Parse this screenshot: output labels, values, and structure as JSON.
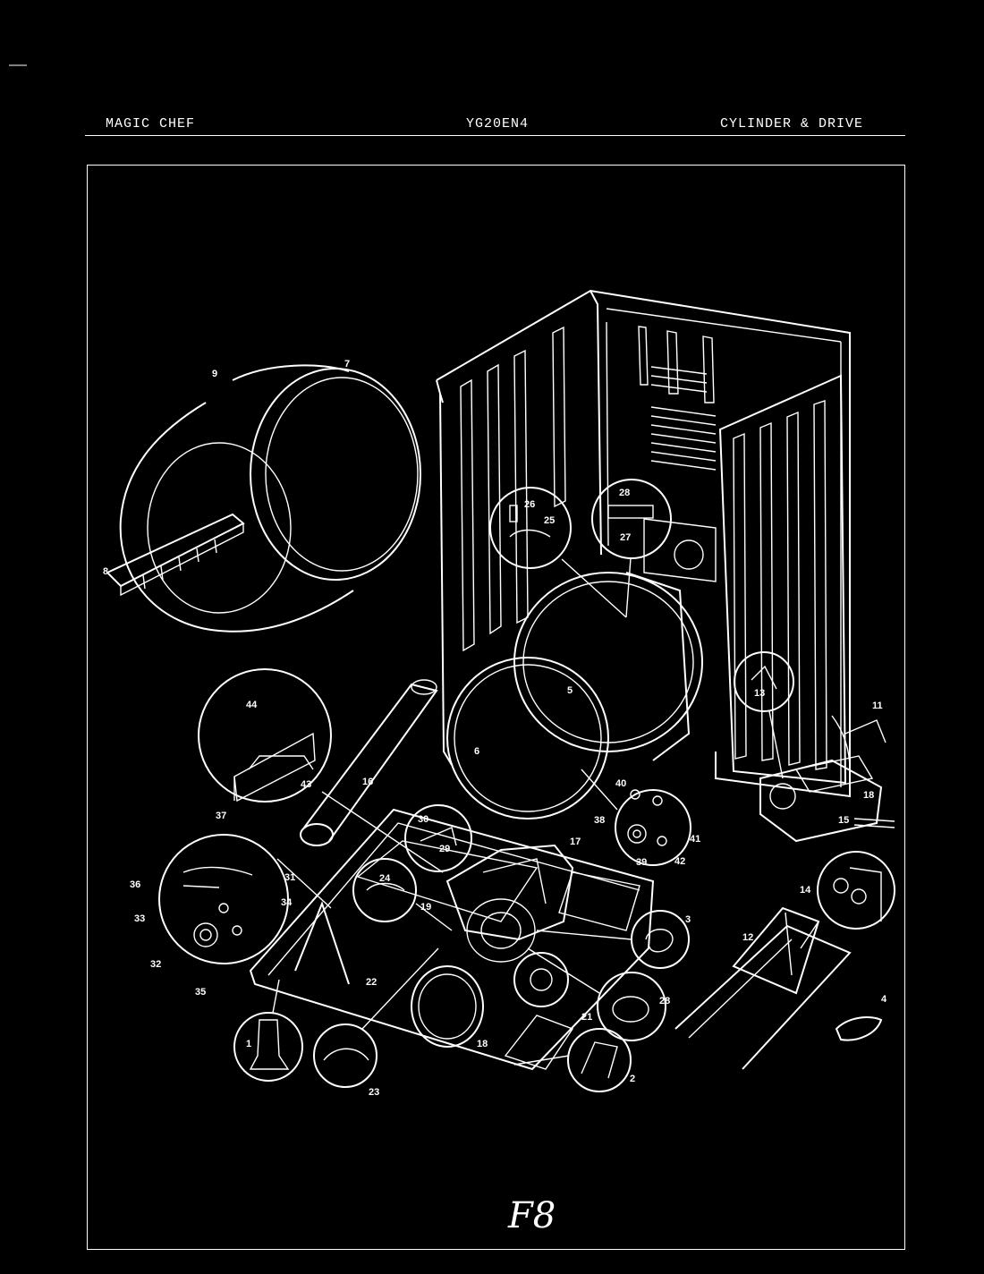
{
  "header": {
    "brand": "MAGIC CHEF",
    "model": "YG20EN4",
    "section": "CYLINDER & DRIVE"
  },
  "diagram": {
    "page_mark": "F8",
    "callouts": [
      "1",
      "2",
      "3",
      "4",
      "5",
      "6",
      "7",
      "8",
      "9",
      "11",
      "12",
      "13",
      "14",
      "15",
      "16",
      "17",
      "18",
      "18",
      "19",
      "21",
      "22",
      "23",
      "24",
      "25",
      "26",
      "27",
      "28",
      "28",
      "29",
      "30",
      "31",
      "32",
      "33",
      "34",
      "35",
      "36",
      "37",
      "38",
      "39",
      "40",
      "41",
      "42",
      "43",
      "44"
    ]
  },
  "colors": {
    "background": "#000000",
    "ink": "#ffffff"
  }
}
